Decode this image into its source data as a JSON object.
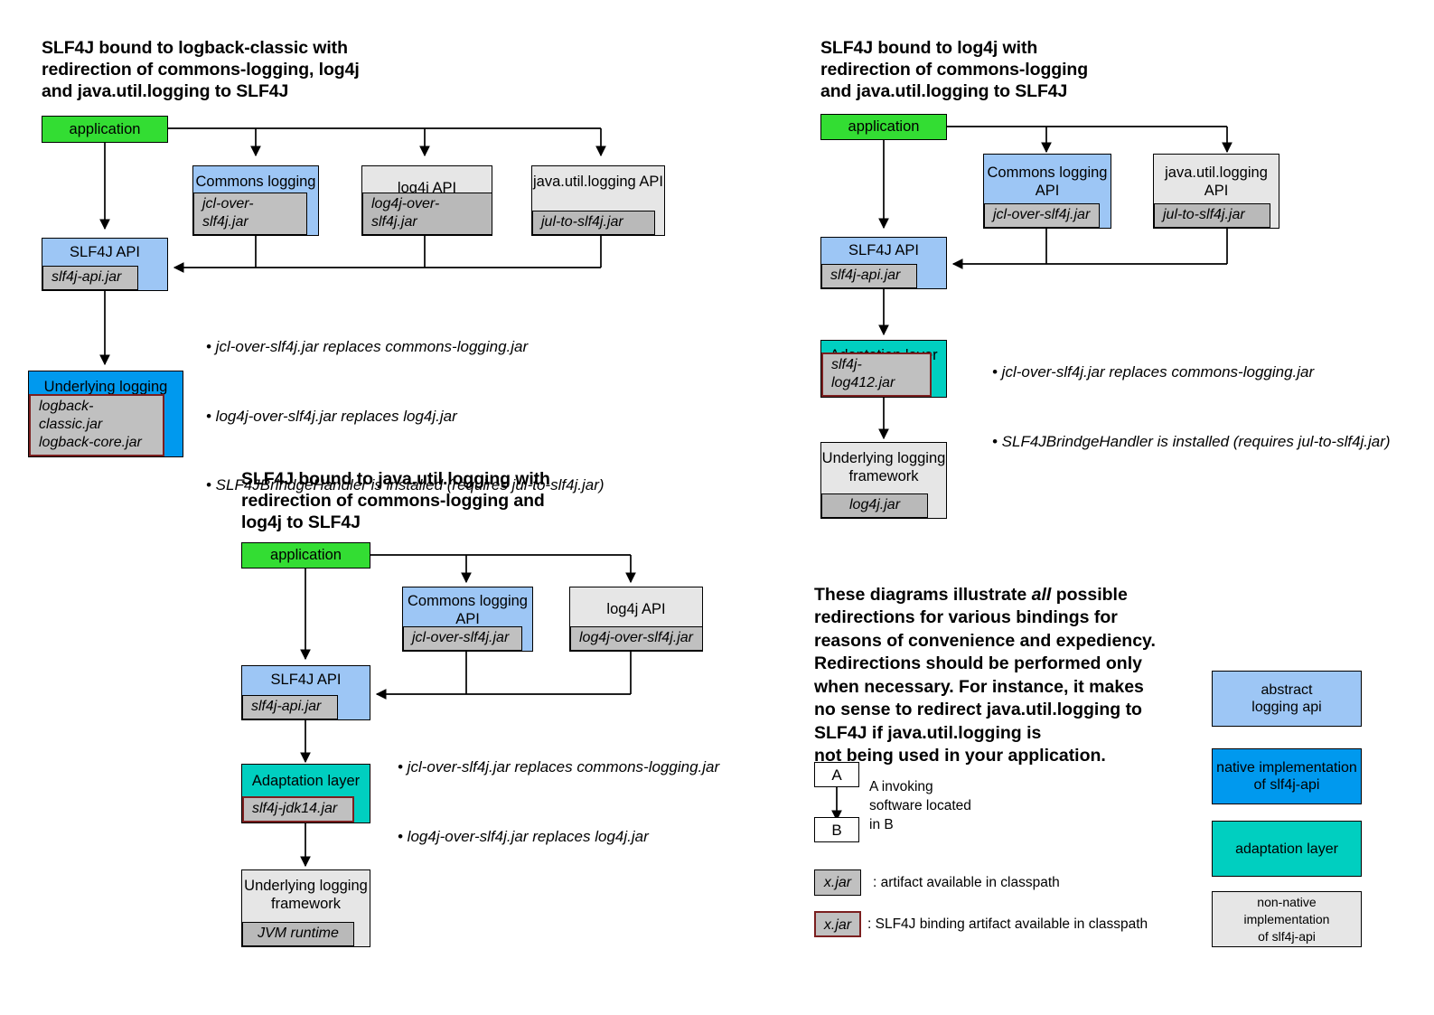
{
  "colors": {
    "application": "#33dd33",
    "abstract_logging_api": "#9dc6f5",
    "native_implementation": "#0099ee",
    "adaptation_layer": "#00cfc0",
    "non_native_implementation": "#e6e6e6",
    "jar_fill": "#c0c0c0",
    "binding_border": "#7b1f1f"
  },
  "diagram1": {
    "title": "SLF4J bound to logback-classic with\nredirection of commons-logging, log4j\nand java.util.logging to SLF4J",
    "application": "application",
    "commons": {
      "caption": "Commons\nlogging API",
      "jar": "jcl-over-slf4j.jar"
    },
    "log4j": {
      "caption": "log4j API",
      "jar": "log4j-over-slf4j.jar"
    },
    "jul": {
      "caption": "java.util.logging\nAPI",
      "jar": "jul-to-slf4j.jar"
    },
    "slf4j_api": {
      "caption": "SLF4J API",
      "jar": "slf4j-api.jar"
    },
    "underlying": {
      "caption": "Underlying logging\nframework",
      "jar": "logback-classic.jar\nlogback-core.jar"
    },
    "bullets": [
      "• jcl-over-slf4j.jar replaces commons-logging.jar",
      "• log4j-over-slf4j.jar replaces log4j.jar",
      "• SLF4JBrindgeHandler is installed (requires jul-to-slf4j.jar)"
    ]
  },
  "diagram2": {
    "title": "SLF4J bound to log4j with\nredirection of commons-logging\nand java.util.logging to SLF4J",
    "application": "application",
    "commons": {
      "caption": "Commons\nlogging API",
      "jar": "jcl-over-slf4j.jar"
    },
    "jul": {
      "caption": "java.util.logging\nAPI",
      "jar": "jul-to-slf4j.jar"
    },
    "slf4j_api": {
      "caption": "SLF4J API",
      "jar": "slf4j-api.jar"
    },
    "adaptation": {
      "caption": "Adaptation layer",
      "jar": "slf4j-log412.jar"
    },
    "underlying": {
      "caption": "Underlying\nlogging\nframework",
      "jar": "log4j.jar"
    },
    "bullets": [
      "• jcl-over-slf4j.jar replaces commons-logging.jar",
      "• SLF4JBrindgeHandler is installed (requires jul-to-slf4j.jar)"
    ]
  },
  "diagram3": {
    "title": "SLF4J bound to java.util.logging with\nredirection of commons-logging and\nlog4j to SLF4J",
    "application": "application",
    "commons": {
      "caption": "Commons\nlogging API",
      "jar": "jcl-over-slf4j.jar"
    },
    "log4j": {
      "caption": "log4j API",
      "jar": "log4j-over-slf4j.jar"
    },
    "slf4j_api": {
      "caption": "SLF4J API",
      "jar": "slf4j-api.jar"
    },
    "adaptation": {
      "caption": "Adaptation layer",
      "jar": "slf4j-jdk14.jar"
    },
    "underlying": {
      "caption": "Underlying\nlogging\nframework",
      "jar": "JVM runtime"
    },
    "bullets": [
      "• jcl-over-slf4j.jar replaces commons-logging.jar",
      "• log4j-over-slf4j.jar replaces log4j.jar"
    ]
  },
  "note": {
    "text_before": "These diagrams illustrate ",
    "emphasis": "all",
    "text_after": " possible\nredirections for various bindings for\nreasons of convenience and expediency.\nRedirections should be performed only\nwhen necessary. For instance, it makes\nno sense to redirect java.util.logging to\nSLF4J if java.util.logging is\nnot being used in your application."
  },
  "legend": {
    "invocation": {
      "top_label": "A",
      "bottom_label": "B",
      "description": "A invoking\nsoftware located\nin B"
    },
    "artifact": {
      "box": "x.jar",
      "description": ": artifact available in classpath"
    },
    "binding_artifact": {
      "box": "x.jar",
      "description": ": SLF4J binding artifact available in classpath"
    },
    "swatches": [
      {
        "label": "abstract\nlogging api",
        "color": "#9dc6f5",
        "size": "lg"
      },
      {
        "label": "native implementation\nof slf4j-api",
        "color": "#0099ee",
        "size": "lg"
      },
      {
        "label": "adaptation layer",
        "color": "#00cfc0",
        "size": "lg"
      },
      {
        "label": "non-native implementation\nof slf4j-api",
        "color": "#e6e6e6",
        "size": "sm"
      }
    ]
  }
}
